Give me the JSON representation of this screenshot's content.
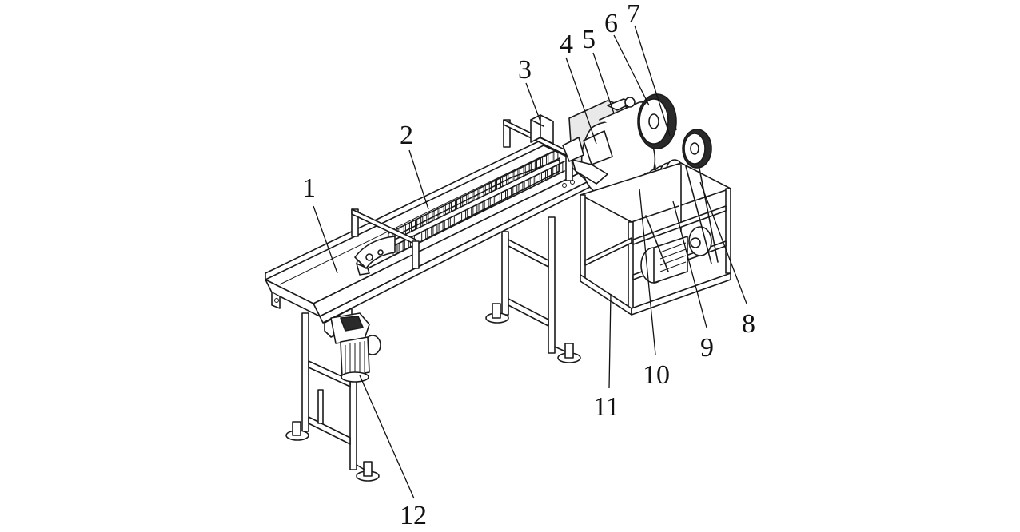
{
  "figure": {
    "background": "#ffffff",
    "line_color": "#1a1a1a",
    "labels": [
      {
        "id": "l1",
        "text": "1"
      },
      {
        "id": "l2",
        "text": "2"
      },
      {
        "id": "l3",
        "text": "3"
      },
      {
        "id": "l4",
        "text": "4"
      },
      {
        "id": "l5",
        "text": "5"
      },
      {
        "id": "l6",
        "text": "6"
      },
      {
        "id": "l7",
        "text": "7"
      },
      {
        "id": "l8",
        "text": "8"
      },
      {
        "id": "l9",
        "text": "9"
      },
      {
        "id": "l10",
        "text": "10"
      },
      {
        "id": "l11",
        "text": "11"
      },
      {
        "id": "l12",
        "text": "12"
      }
    ]
  }
}
